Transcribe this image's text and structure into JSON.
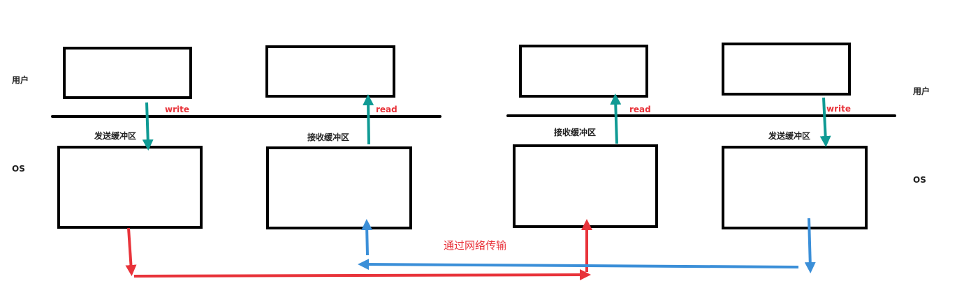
{
  "labels": {
    "user_left": "用户",
    "os_left": "OS",
    "user_right": "用户",
    "os_right": "OS",
    "send_buffer_left": "发送缓冲区",
    "recv_buffer_left": "接收缓冲区",
    "recv_buffer_right": "接收缓冲区",
    "send_buffer_right": "发送缓冲区",
    "write_left": "write",
    "read_left": "read",
    "read_right": "read",
    "write_right": "write",
    "network": "通过网络传输"
  },
  "colors": {
    "teal": "#0f9a94",
    "red": "#e8333a",
    "blue": "#3b8fd8",
    "black": "#000000"
  }
}
